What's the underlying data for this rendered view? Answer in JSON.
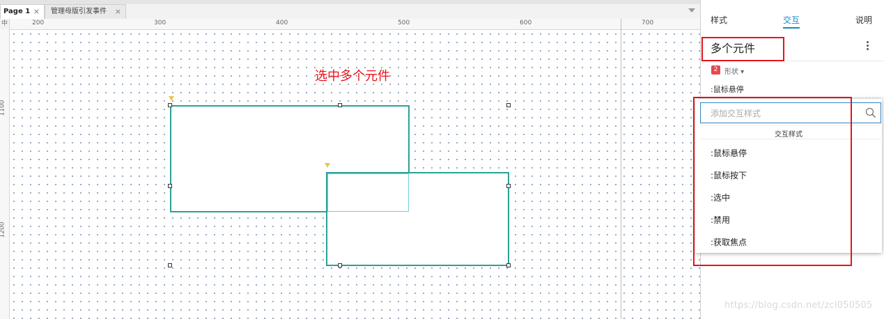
{
  "tabs": [
    {
      "label": "Page 1",
      "active": true
    },
    {
      "label": "管理母版引发事件",
      "active": false
    }
  ],
  "tab_close_glyph": "×",
  "ruler": {
    "corner_glyph": "中",
    "horizontal_ticks": [
      "200",
      "300",
      "400",
      "500",
      "600",
      "700"
    ],
    "vertical_ticks": [
      "1100",
      "1200"
    ]
  },
  "canvas": {
    "annotation": "选中多个元件"
  },
  "panel": {
    "tabs": [
      "样式",
      "交互",
      "说明"
    ],
    "active_tab": "交互",
    "title": "多个元件",
    "selection_count": "2",
    "shape_type": "形状 ▾",
    "hover_style": ":鼠标悬停"
  },
  "popup": {
    "search_placeholder": "添加交互样式",
    "header": "交互样式",
    "items": [
      ":鼠标悬停",
      ":鼠标按下",
      ":选中",
      ":禁用",
      ":获取焦点"
    ]
  },
  "watermark": "https://blog.csdn.net/zcl050505",
  "colors": {
    "accent": "#1a88c9",
    "annotation_red": "#e8121a",
    "shape_border": "#2aa198",
    "badge_red": "#e5484d"
  }
}
